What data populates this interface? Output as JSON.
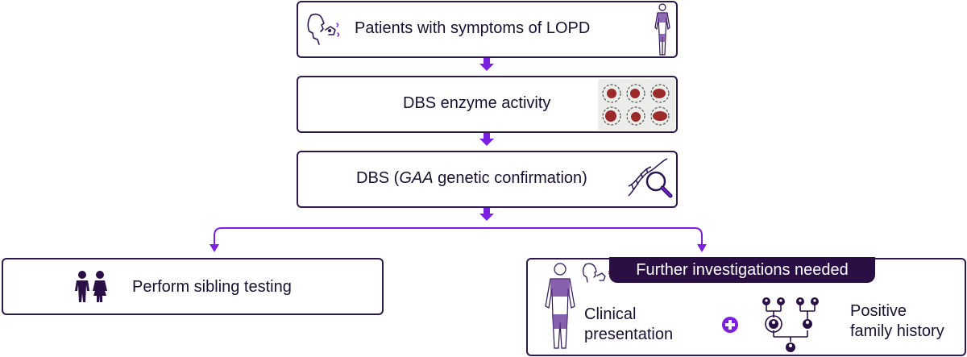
{
  "boxes": {
    "symptoms": "Patients with symptoms of LOPD",
    "enzyme": "DBS enzyme activity",
    "genetic_prefix": "DBS (",
    "genetic_gene": "GAA",
    "genetic_suffix": " genetic confirmation)",
    "sibling": "Perform sibling testing"
  },
  "further": {
    "banner": "Further investigations needed",
    "clinical_line1": "Clinical",
    "clinical_line2": "presentation",
    "family_line1": "Positive",
    "family_line2": "family history"
  },
  "colors": {
    "arrow": "#7b1fe0",
    "border": "#2b1a4a",
    "banner": "#2a0f45",
    "icon": "#2a1550"
  }
}
